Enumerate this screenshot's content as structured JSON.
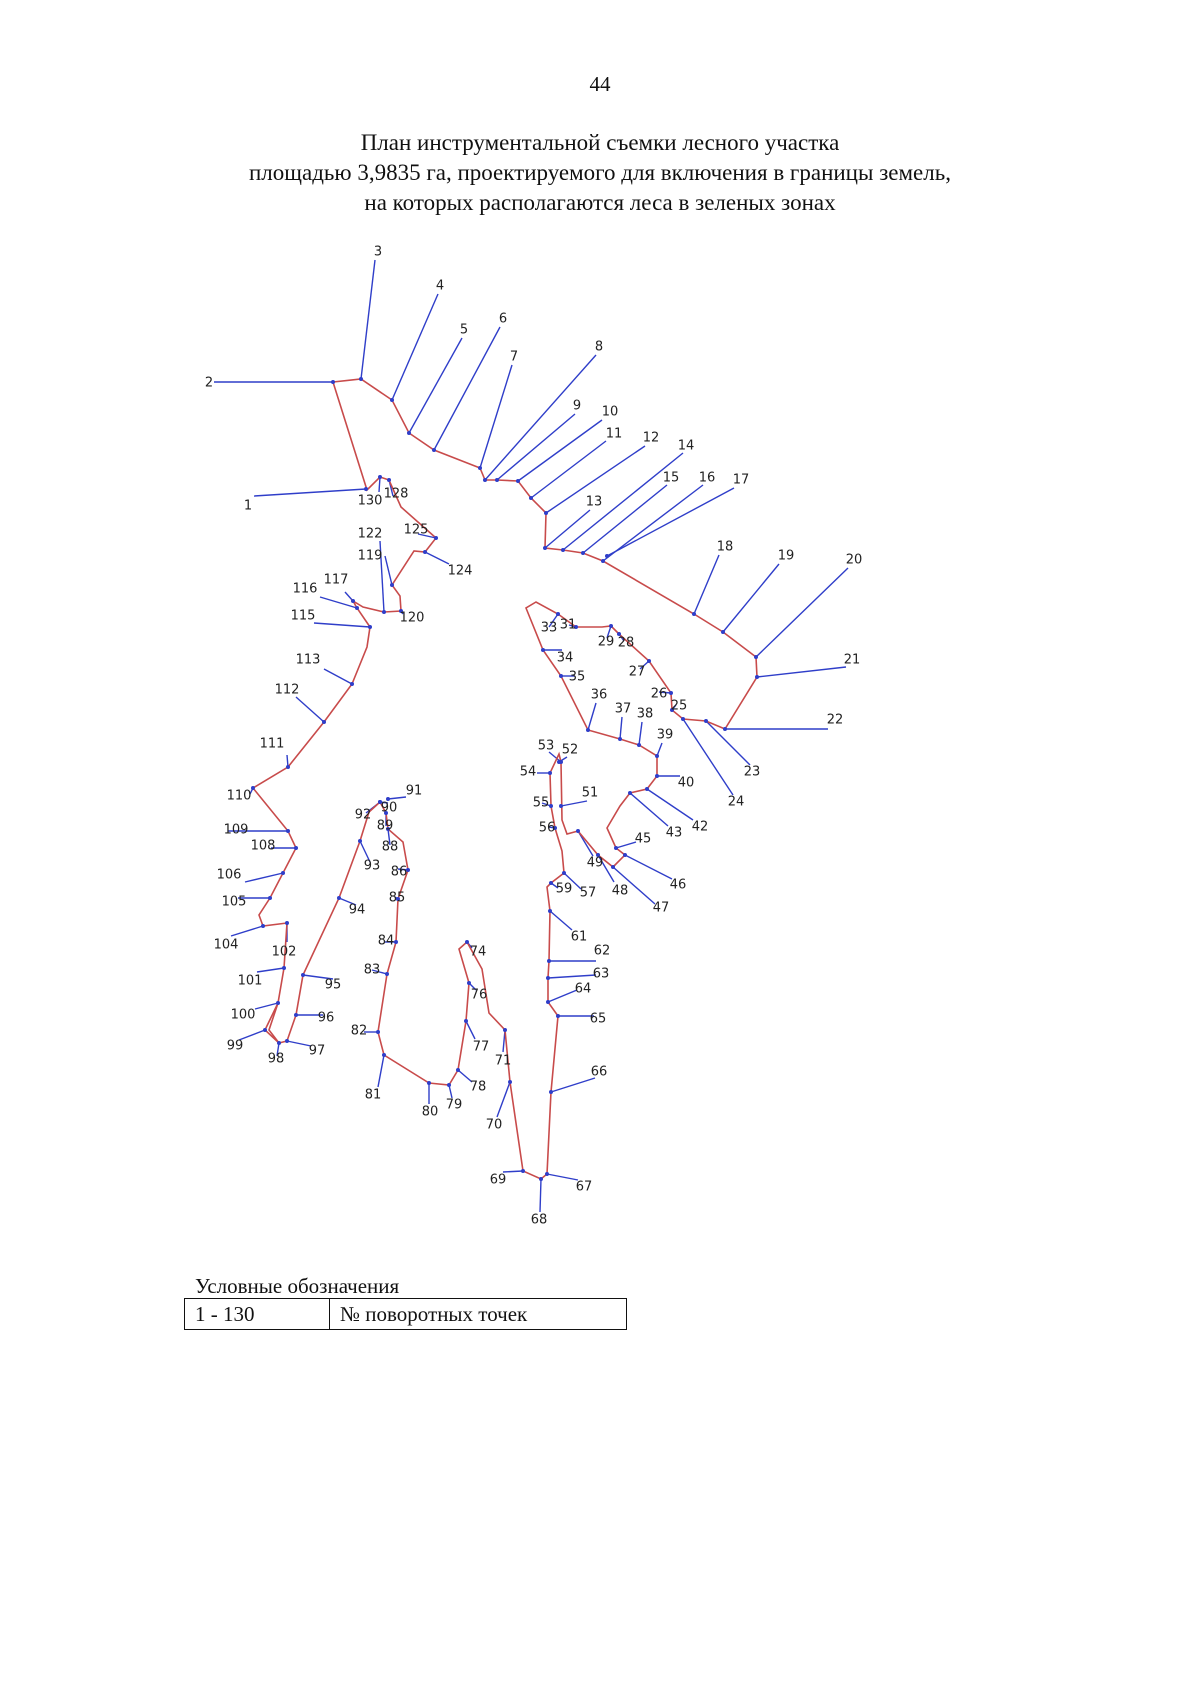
{
  "page_number": "44",
  "title_lines": [
    "План инструментальной съемки лесного участка",
    "площадью 3,9835 га, проектируемого для включения в границы земель,",
    "на которых располагаются леса в зеленых зонах"
  ],
  "plan": {
    "boundary_color": "#c84b4b",
    "leader_color": "#2f3ec9",
    "label_color": "#222222",
    "point_labels": [
      "1",
      "2",
      "3",
      "4",
      "5",
      "6",
      "7",
      "8",
      "9",
      "10",
      "11",
      "12",
      "13",
      "14",
      "15",
      "16",
      "17",
      "18",
      "19",
      "20",
      "21",
      "22",
      "23",
      "24",
      "25",
      "26",
      "27",
      "28",
      "29",
      "31",
      "33",
      "34",
      "35",
      "36",
      "37",
      "38",
      "39",
      "40",
      "42",
      "43",
      "45",
      "46",
      "47",
      "48",
      "49",
      "51",
      "52",
      "53",
      "54",
      "55",
      "56",
      "57",
      "59",
      "61",
      "62",
      "63",
      "64",
      "65",
      "66",
      "67",
      "68",
      "69",
      "70",
      "71",
      "74",
      "76",
      "77",
      "78",
      "79",
      "80",
      "81",
      "82",
      "83",
      "84",
      "85",
      "86",
      "88",
      "89",
      "90",
      "91",
      "92",
      "93",
      "94",
      "95",
      "96",
      "97",
      "98",
      "99",
      "100",
      "101",
      "102",
      "104",
      "105",
      "106",
      "108",
      "109",
      "110",
      "111",
      "112",
      "113",
      "115",
      "116",
      "117",
      "119",
      "120",
      "122",
      "124",
      "125",
      "128",
      "130"
    ]
  },
  "legend": {
    "title": "Условные обозначения",
    "range": "1 - 130",
    "description": "№ поворотных точек"
  }
}
